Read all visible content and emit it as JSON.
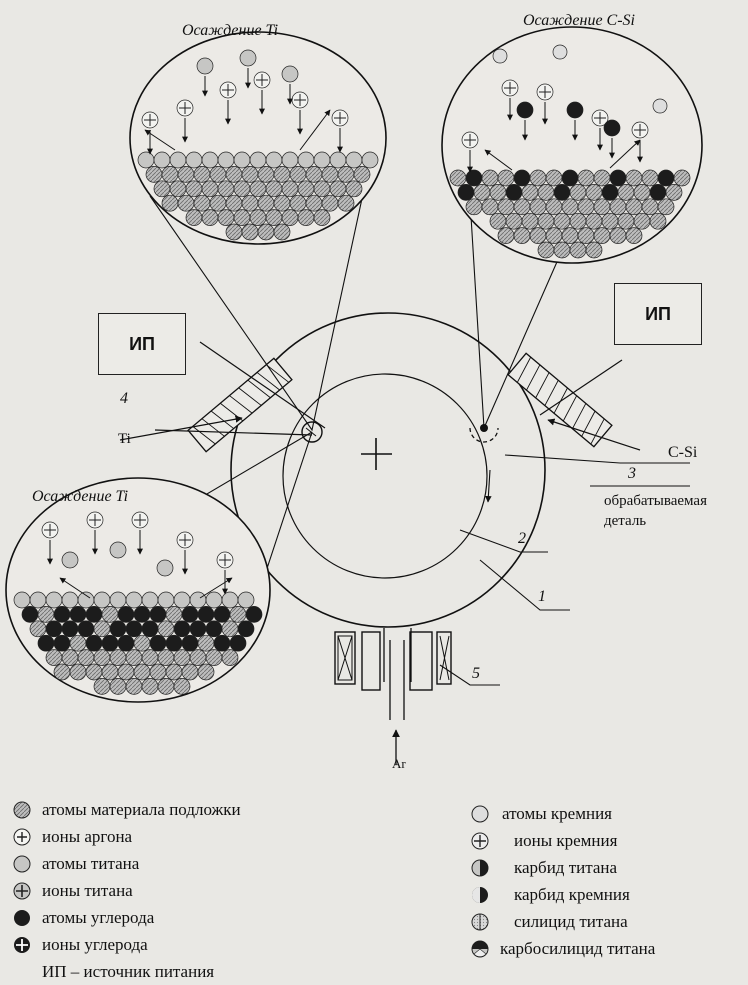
{
  "titles": {
    "top_left": "Осаждение Ti",
    "top_right": "Осаждение C-Si",
    "bottom_left": "Осаждение Ti"
  },
  "power_supply": {
    "left": "ИП",
    "right": "ИП"
  },
  "labels": {
    "source_left": "Ti",
    "source_right": "C-Si",
    "workpiece": "обрабатываемая деталь",
    "gas": "Ar"
  },
  "numbers": {
    "n1": "1",
    "n2": "2",
    "n3": "3",
    "n4": "4",
    "n5": "5"
  },
  "legend_left": [
    {
      "symbol": "substrate-atom",
      "text": "атомы материала подложки"
    },
    {
      "symbol": "argon-ion",
      "text": "ионы аргона"
    },
    {
      "symbol": "titanium-atom",
      "text": "атомы титана"
    },
    {
      "symbol": "titanium-ion",
      "text": "ионы титана"
    },
    {
      "symbol": "carbon-atom",
      "text": "атомы углерода"
    },
    {
      "symbol": "carbon-ion",
      "text": "ионы углерода"
    },
    {
      "symbol": "none",
      "text": "ИП – источник питания"
    }
  ],
  "legend_right": [
    {
      "symbol": "silicon-atom",
      "text": "атомы кремния"
    },
    {
      "symbol": "silicon-ion",
      "text": "ионы кремния"
    },
    {
      "symbol": "titanium-carbide",
      "text": "карбид титана"
    },
    {
      "symbol": "silicon-carbide",
      "text": "карбид кремния"
    },
    {
      "symbol": "titanium-silicide",
      "text": "силицид титана"
    },
    {
      "symbol": "titanium-carbosilicide",
      "text": "карбосилицид титана"
    }
  ]
}
